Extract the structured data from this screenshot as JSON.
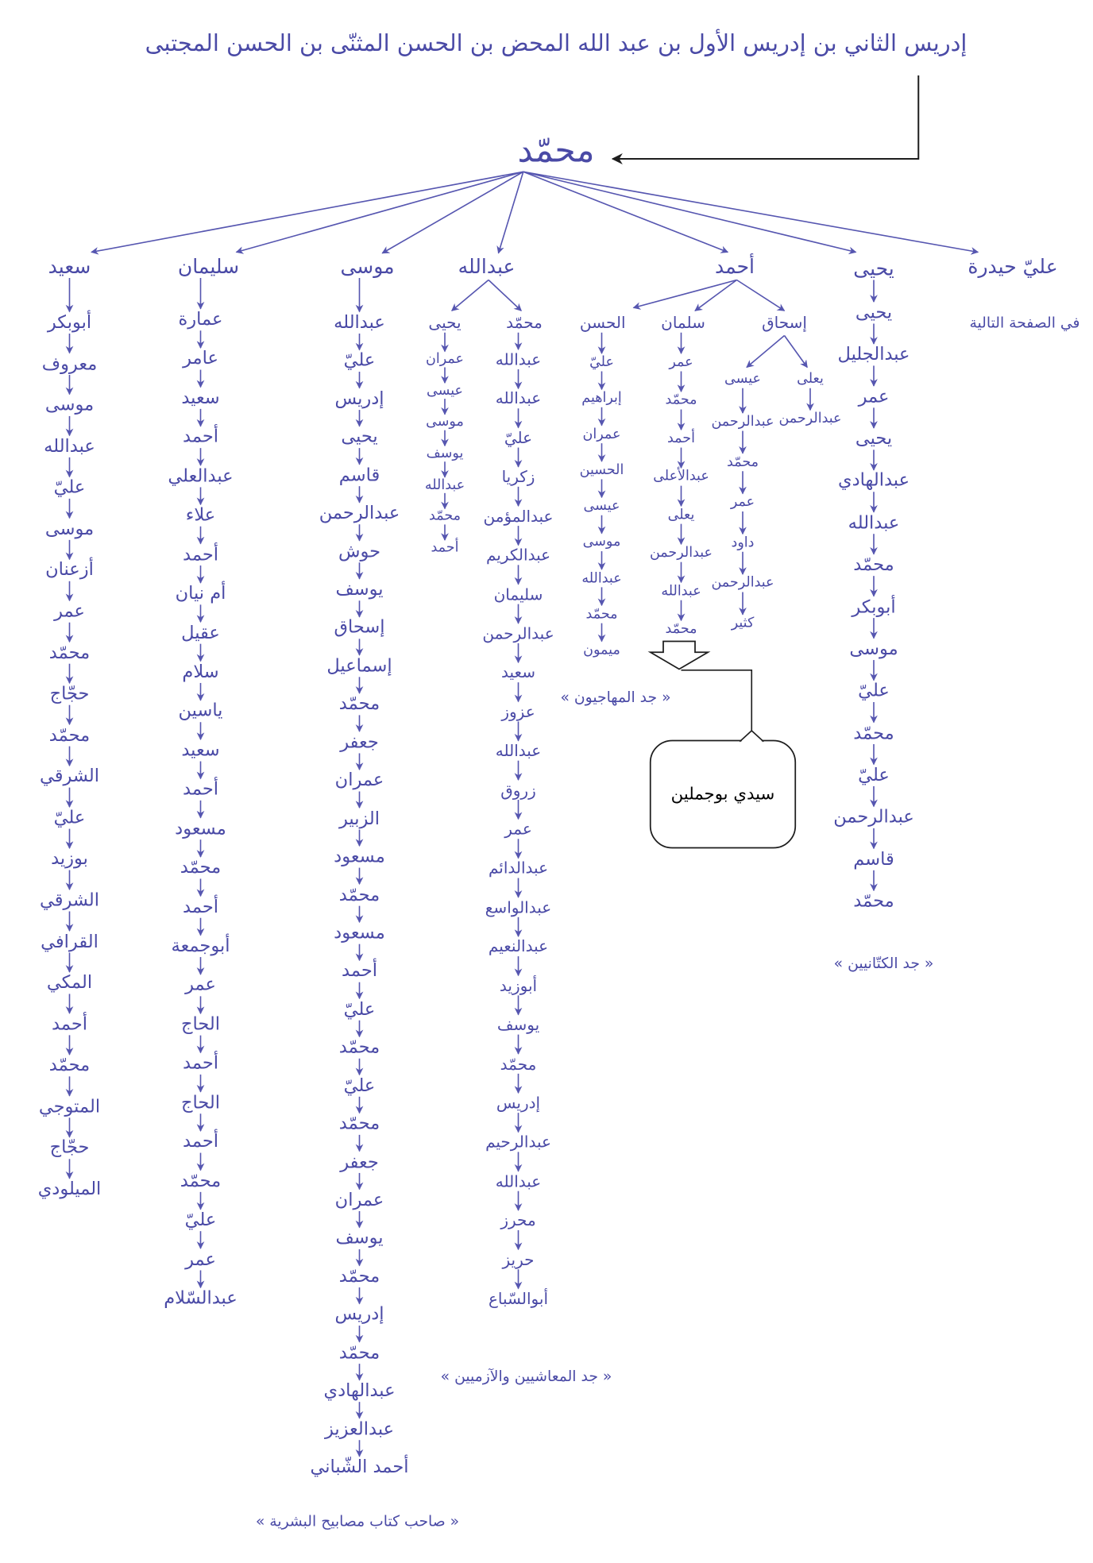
{
  "title_line": "إدريس الثاني بن إدريس الأول بن عبد الله المحض بن الحسن المثنّى بن الحسن المجتبى",
  "root": "محمّد",
  "branches": {
    "said": {
      "head": "سعيد",
      "chain": [
        "أبوبكر",
        "معروف",
        "موسى",
        "عبدالله",
        "عليّ",
        "موسى",
        "أزعنان",
        "عمر",
        "محمّد",
        "حجّاج",
        "محمّد",
        "الشرقي",
        "عليّ",
        "بوزيد",
        "الشرقي",
        "القرافي",
        "المكي",
        "أحمد",
        "محمّد",
        "المتوجي",
        "حجّاج",
        "الميلودي"
      ]
    },
    "sulayman": {
      "head": "سليمان",
      "chain": [
        "عمارة",
        "عامر",
        "سعيد",
        "أحمد",
        "عبدالعلي",
        "علاء",
        "أحمد",
        "أم نيان",
        "عقيل",
        "سلام",
        "ياسين",
        "سعيد",
        "أحمد",
        "مسعود",
        "محمّد",
        "أحمد",
        "أبوجمعة",
        "عمر",
        "الحاج",
        "أحمد",
        "الحاج",
        "أحمد",
        "محمّد",
        "عليّ",
        "عمر",
        "عبدالسّلام"
      ]
    },
    "musa": {
      "head": "موسى",
      "chain": [
        "عبدالله",
        "عليّ",
        "إدريس",
        "يحيى",
        "قاسم",
        "عبدالرحمن",
        "حوش",
        "يوسف",
        "إسحاق",
        "إسماعيل",
        "محمّد",
        "جعفر",
        "عمران",
        "الزبير",
        "مسعود",
        "محمّد",
        "مسعود",
        "أحمد",
        "عليّ",
        "محمّد",
        "عليّ",
        "محمّد",
        "جعفر",
        "عمران",
        "يوسف",
        "محمّد",
        "إدريس",
        "محمّد",
        "عبدالهادي",
        "عبدالعزيز",
        "أحمد الشّباني"
      ],
      "note": "« صاحب كتاب مصابيح البشرية »"
    },
    "abdallah": {
      "head": "عبدالله",
      "muhammad": {
        "head": "محمّد",
        "chain": [
          "عبدالله",
          "عبدالله",
          "عليّ",
          "زكريا",
          "عبدالمؤمن",
          "عبدالكريم",
          "سليمان",
          "عبدالرحمن",
          "سعيد",
          "عزوز",
          "عبدالله",
          "زروق",
          "عمر",
          "عبدالدائم",
          "عبدالواسع",
          "عبدالنعيم",
          "أبوزيد",
          "يوسف",
          "محمّد",
          "إدريس",
          "عبدالرحيم",
          "عبدالله",
          "محرز",
          "حريز",
          "أبوالسّباع"
        ]
      },
      "yahya": {
        "head": "يحيى",
        "chain": [
          "عمران",
          "عيسى",
          "موسى",
          "يوسف",
          "عبدالله",
          "محمّد",
          "أحمد"
        ]
      },
      "note": "« جد المعاشيين والآزميين »"
    },
    "ahmad": {
      "head": "أحمد",
      "ishaq": {
        "head": "إسحاق",
        "yala": {
          "head": "يعلى",
          "chain": [
            "عبدالرحمن"
          ]
        },
        "isa": {
          "head": "عيسى",
          "chain": [
            "عبدالرحمن",
            "محمّد",
            "عمر",
            "داود",
            "عبدالرحمن",
            "كثير"
          ]
        }
      },
      "salman": {
        "head": "سلمان",
        "chain": [
          "عمر",
          "محمّد",
          "أحمد",
          "عبدالأعلى",
          "يعلى",
          "عبدالرحمن",
          "عبدالله",
          "محمّد"
        ]
      },
      "hasan": {
        "head": "الحسن",
        "chain": [
          "عليّ",
          "إبراهيم",
          "عمران",
          "الحسين",
          "عيسى",
          "موسى",
          "عبدالله",
          "محمّد",
          "ميمون"
        ],
        "note": "« جد المهاجيون »"
      }
    },
    "yahya": {
      "head": "يحيى",
      "chain": [
        "يحيى",
        "عبدالجليل",
        "عمر",
        "يحيى",
        "عبدالهادي",
        "عبدالله",
        "محمّد",
        "أبوبكر",
        "موسى",
        "عليّ",
        "محمّد",
        "عليّ",
        "عبدالرحمن",
        "قاسم",
        "محمّد"
      ],
      "note": "« جد الكتّانيين »"
    },
    "ali": {
      "head": "عليّ حيدرة",
      "note": "في الصفحة التالية"
    }
  },
  "callout": {
    "label": "سيدي بوجملين"
  },
  "colors": {
    "ink": "#4a4aa6",
    "line": "#5656b0",
    "pointer": "#1e1e1e",
    "callout_text": "#000000"
  }
}
